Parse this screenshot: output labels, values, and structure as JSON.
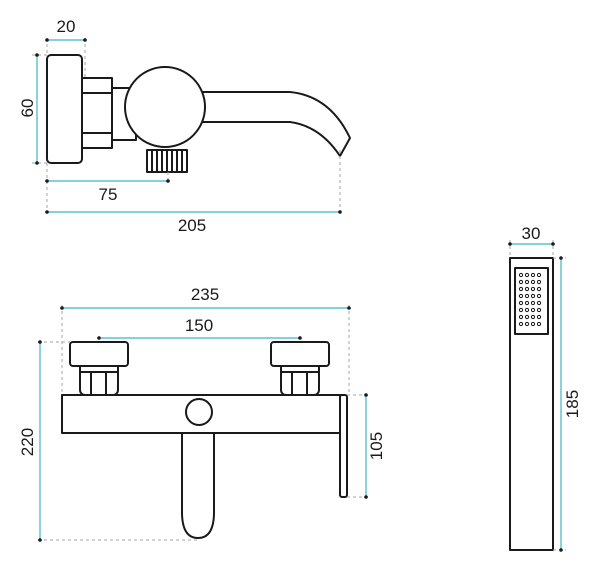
{
  "colors": {
    "outline": "#1a1a1a",
    "dimension_line": "#3bb3c8",
    "extension_line": "#a6a6a6",
    "background": "#ffffff"
  },
  "side_view": {
    "dim_width": "20",
    "dim_height": "60",
    "dim_depth_to_outlet": "75",
    "dim_total_depth": "205"
  },
  "front_view": {
    "dim_total_width": "235",
    "dim_inlet_spacing": "150",
    "dim_height": "220",
    "dim_lever_length": "105"
  },
  "hand_shower": {
    "dim_width": "30",
    "dim_length": "185"
  }
}
